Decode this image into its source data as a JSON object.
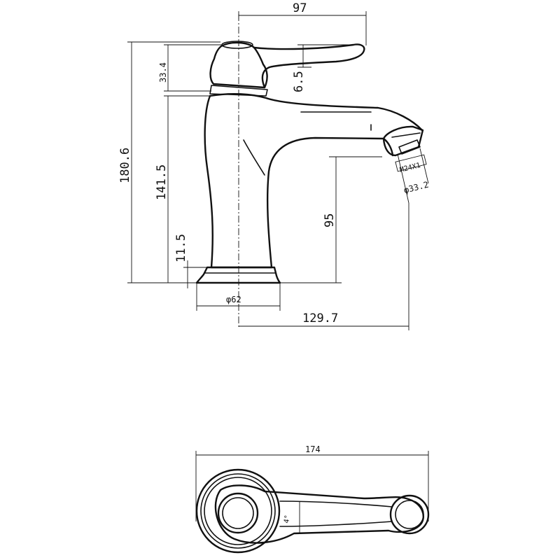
{
  "dimensions": {
    "spout_reach_top": "97",
    "handle_height": "33.4",
    "lever_offset": "6.5",
    "total_height": "180.6",
    "spout_top_height": "141.5",
    "base_height": "11.5",
    "outlet_height": "95",
    "base_diameter": "φ62",
    "spout_reach": "129.7",
    "thread": "M24X1",
    "aerator_diameter": "φ33.2",
    "total_length": "174",
    "angle_mark": "4°"
  }
}
